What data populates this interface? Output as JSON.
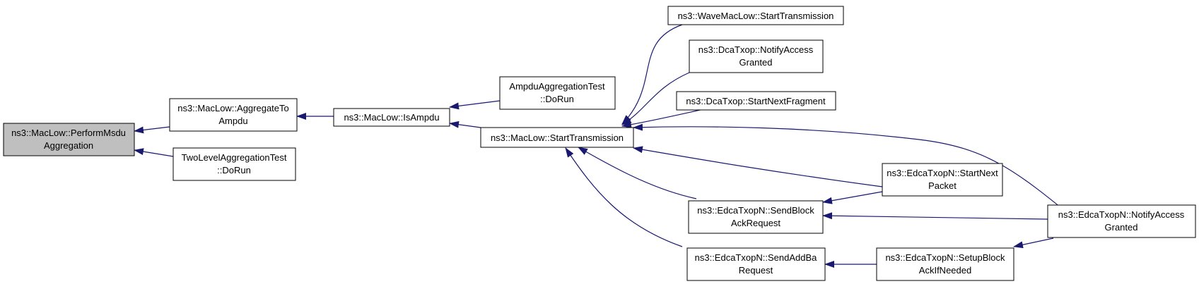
{
  "colors": {
    "node_fill": "#ffffff",
    "root_fill": "#bfbfbf",
    "border": "#000000",
    "edge": "#191970"
  },
  "nodes": {
    "perform_msdu": {
      "lines": [
        "ns3::MacLow::PerformMsdu",
        "Aggregation"
      ],
      "root": true
    },
    "aggregate_to_ampdu": {
      "lines": [
        "ns3::MacLow::AggregateTo",
        "Ampdu"
      ]
    },
    "two_level_test": {
      "lines": [
        "TwoLevelAggregationTest",
        "::DoRun"
      ]
    },
    "is_ampdu": {
      "lines": [
        "ns3::MacLow::IsAmpdu"
      ]
    },
    "ampdu_test": {
      "lines": [
        "AmpduAggregationTest",
        "::DoRun"
      ]
    },
    "start_transmission": {
      "lines": [
        "ns3::MacLow::StartTransmission"
      ]
    },
    "wave_start": {
      "lines": [
        "ns3::WaveMacLow::StartTransmission"
      ]
    },
    "dca_notify": {
      "lines": [
        "ns3::DcaTxop::NotifyAccess",
        "Granted"
      ]
    },
    "dca_next_fragment": {
      "lines": [
        "ns3::DcaTxop::StartNextFragment"
      ]
    },
    "edca_start_next": {
      "lines": [
        "ns3::EdcaTxopN::StartNext",
        "Packet"
      ]
    },
    "edca_send_block": {
      "lines": [
        "ns3::EdcaTxopN::SendBlock",
        "AckRequest"
      ]
    },
    "edca_notify": {
      "lines": [
        "ns3::EdcaTxopN::NotifyAccess",
        "Granted"
      ]
    },
    "edca_send_addba": {
      "lines": [
        "ns3::EdcaTxopN::SendAddBa",
        "Request"
      ]
    },
    "edca_setup_block": {
      "lines": [
        "ns3::EdcaTxopN::SetupBlock",
        "AckIfNeeded"
      ]
    }
  }
}
